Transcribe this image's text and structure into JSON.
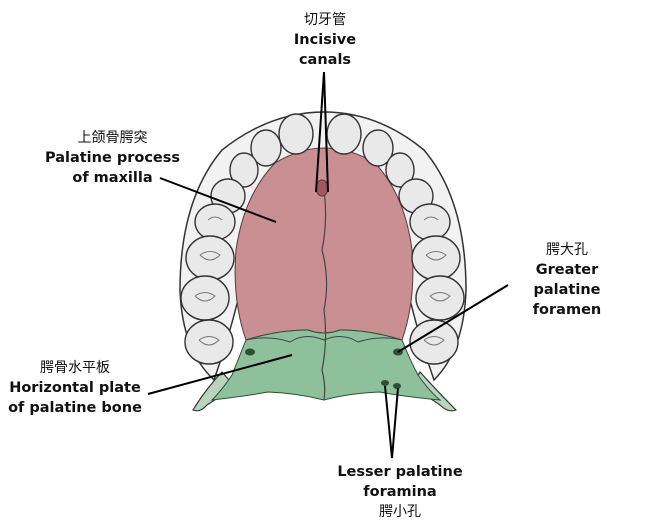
{
  "labels": {
    "incisive": {
      "zh": "切牙管",
      "en1": "Incisive",
      "en2": "canals"
    },
    "palatine_process": {
      "zh": "上颌骨腭突",
      "en1": "Palatine process",
      "en2": "of maxilla"
    },
    "greater": {
      "zh": "腭大孔",
      "en1": "Greater palatine",
      "en2": "foramen"
    },
    "horizontal": {
      "zh": "腭骨水平板",
      "en1": "Horizontal plate",
      "en2": "of palatine bone"
    },
    "lesser": {
      "zh": "腭小孔",
      "en1": "Lesser palatine",
      "en2": "foramina"
    }
  },
  "colors": {
    "maxilla": "#c98f92",
    "palatine": "#8fc09c",
    "tooth": "#e9e9e9",
    "outline": "#333333"
  }
}
